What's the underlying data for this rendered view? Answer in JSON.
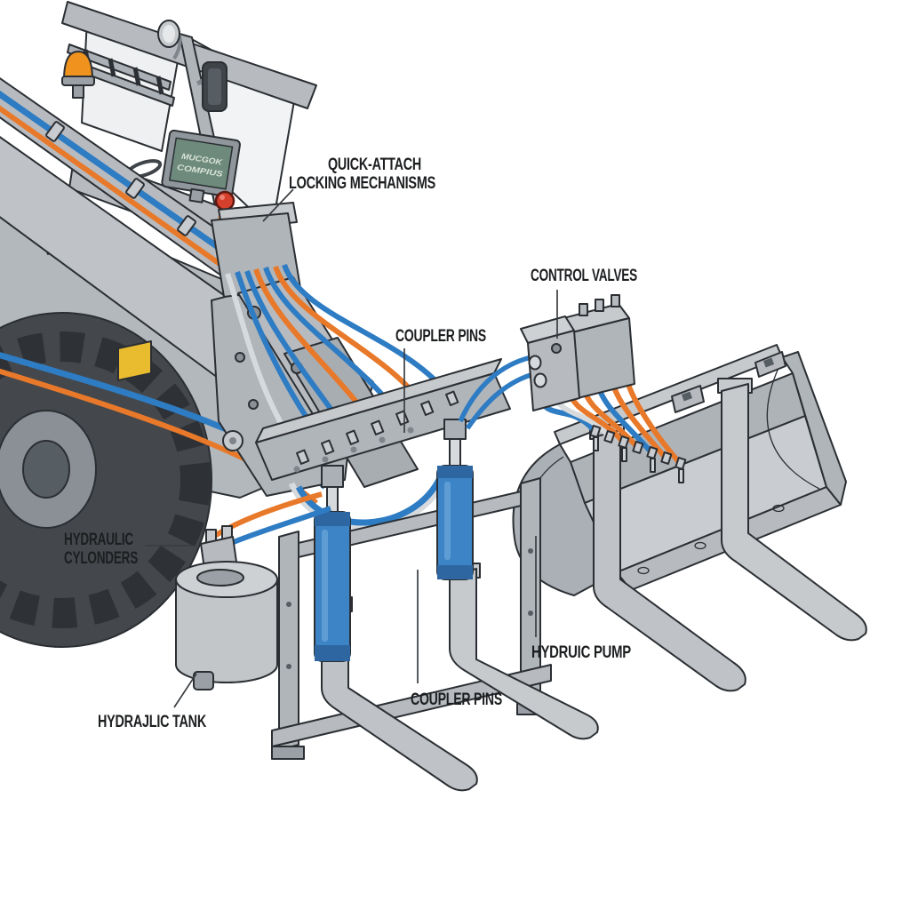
{
  "page": {
    "background": "#ffffff",
    "type": "technical-diagram",
    "subject": "telehandler quick-attach hydraulic system"
  },
  "labels": {
    "quick_attach_line1": "QUICK-ATTACH",
    "quick_attach_line2": "LOCKING MECHANISMS",
    "control_valves": "CONTROL VALVES",
    "coupler_pins_top": "COUPLER PINS",
    "hydraulic_cylinders_line1": "HYDRAULIC",
    "hydraulic_cylinders_line2": "CYLONDERS",
    "hydraulic_tank": "HYDRAJLIC TANK",
    "hydraulic_pump": "HYDRUIC PUMP",
    "coupler_pins_bottom": "COUPLER PINS",
    "cab_screen_line1": "MUCGOK",
    "cab_screen_line2": "COMPIUS"
  },
  "colors": {
    "label_text": "#1c1e20",
    "leader_line": "#3a3e42",
    "outline": "#2b2f33",
    "machine_gray": "#b7bbbf",
    "machine_gray_light": "#cdd1d4",
    "machine_gray_dark": "#9aa0a5",
    "hose_blue": "#2e7cc3",
    "hose_orange": "#e8792a",
    "hose_white": "#d7dadd",
    "cylinder_blue": "#3c84c6",
    "beacon_orange": "#f0921e",
    "screen_green": "#6d8a7c",
    "button_red": "#d4402c",
    "decal_yellow": "#e9bb2f",
    "tire_dark": "#44484c"
  }
}
